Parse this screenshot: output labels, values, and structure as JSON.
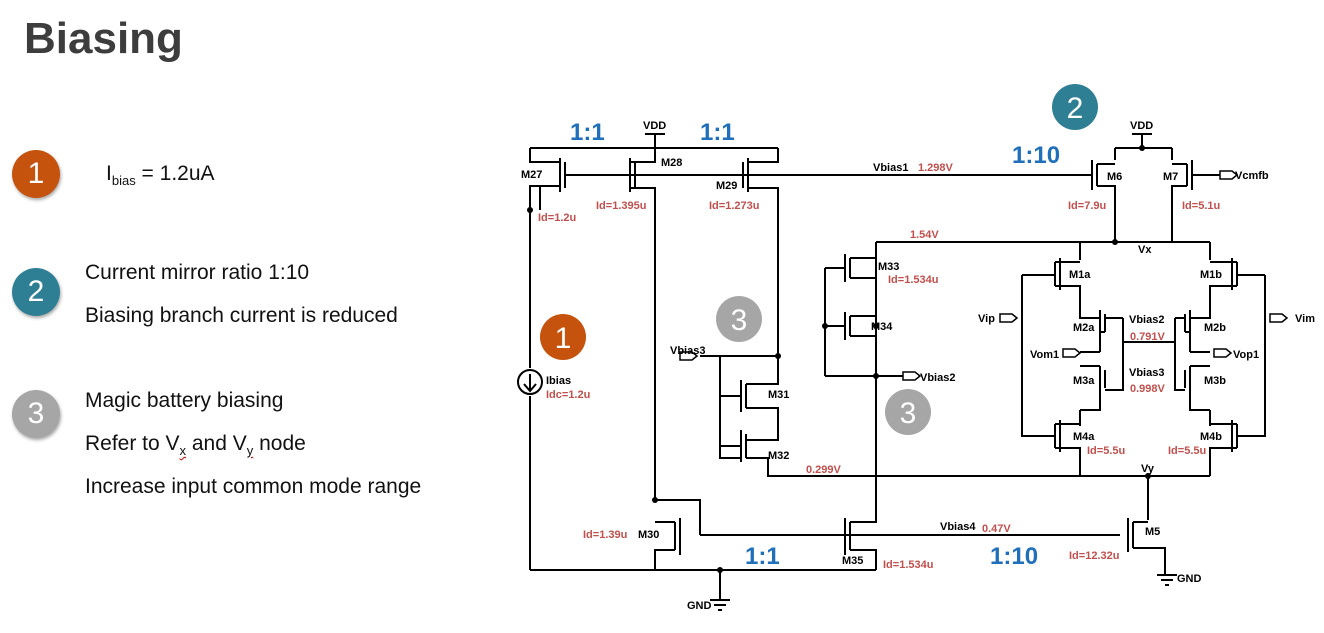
{
  "slide": {
    "title": "Biasing"
  },
  "bullets": [
    {
      "num": "1",
      "color": "#c5530e",
      "parts": [
        "I",
        "bias",
        " = 1.2uA"
      ]
    },
    {
      "num": "2",
      "color": "#2f7f94",
      "lines": [
        "Current mirror ratio 1:10",
        "Biasing branch current is reduced"
      ]
    },
    {
      "num": "3",
      "color": "#a6a6a6",
      "lines": [
        "Magic battery biasing",
        "Increase input common mode range"
      ],
      "refer": [
        "Refer to V",
        "x",
        " and V",
        "y",
        " node"
      ]
    }
  ],
  "schematic": {
    "markers": {
      "m1": "1",
      "m2": "2",
      "m3a": "3",
      "m3b": "3"
    },
    "ratios": {
      "r1": "1:1",
      "r2": "1:1",
      "r3": "1:10",
      "r4": "1:1",
      "r5": "1:10"
    },
    "rails": {
      "vdd1": "VDD",
      "vdd2": "VDD",
      "gnd1": "GND",
      "gnd2": "GND"
    },
    "devices": {
      "M27": "M27",
      "M28": "M28",
      "M29": "M29",
      "M30": "M30",
      "M31": "M31",
      "M32": "M32",
      "M33": "M33",
      "M34": "M34",
      "M35": "M35",
      "M5": "M5",
      "M6": "M6",
      "M7": "M7",
      "M1a": "M1a",
      "M1b": "M1b",
      "M2a": "M2a",
      "M2b": "M2b",
      "M3a": "M3a",
      "M3b": "M3b",
      "M4a": "M4a",
      "M4b": "M4b"
    },
    "nets": {
      "vbias1": "Vbias1",
      "vbias2_pin": "Vbias2",
      "vbias2": "Vbias2",
      "vbias3_pin": "Vbias3",
      "vbias3": "Vbias3",
      "vbias4": "Vbias4",
      "vcmfb": "Vcmfb",
      "vip": "Vip",
      "vim": "Vim",
      "vom1": "Vom1",
      "vop1": "Vop1",
      "vx": "Vx",
      "vy": "Vy",
      "ibias": "Ibias"
    },
    "values": {
      "id_m27": "Id=1.2u",
      "id_m28": "Id=1.395u",
      "id_m29": "Id=1.273u",
      "id_m6": "Id=7.9u",
      "id_m7": "Id=5.1u",
      "id_m33": "Id=1.534u",
      "id_m30": "Id=1.39u",
      "id_m35": "Id=1.534u",
      "id_m5": "Id=12.32u",
      "id_m4a": "Id=5.5u",
      "id_m4b": "Id=5.5u",
      "idc": "Idc=1.2u",
      "v_vbias1": "1.298V",
      "v_154": "1.54V",
      "v_vbias2": "0.791V",
      "v_vbias3": "0.998V",
      "v_0299": "0.299V",
      "v_vbias4": "0.47V"
    }
  }
}
